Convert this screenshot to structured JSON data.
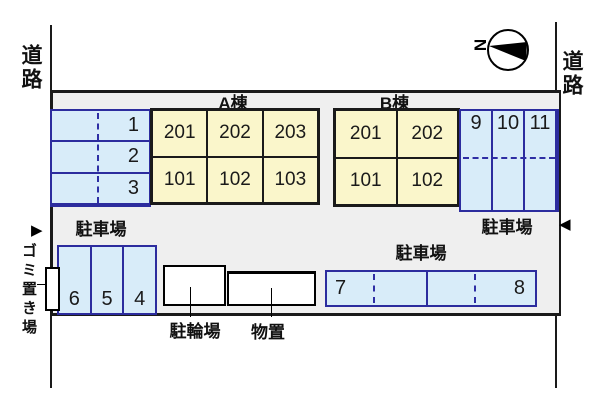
{
  "roads": {
    "left": "道路",
    "right": "道路"
  },
  "compass": {
    "north_label": "N"
  },
  "arrows": {
    "left": "▶",
    "right": "◀"
  },
  "buildings": [
    {
      "name": "A棟",
      "units": [
        [
          "201",
          "202",
          "203"
        ],
        [
          "101",
          "102",
          "103"
        ]
      ]
    },
    {
      "name": "B棟",
      "units": [
        [
          "201",
          "202"
        ],
        [
          "101",
          "102"
        ]
      ]
    }
  ],
  "parking": {
    "label_left": "駐車場",
    "label_right": "駐車場",
    "label_bottom": "駐車場",
    "left_column_spaces": [
      "1",
      "2",
      "3"
    ],
    "right_column_spaces": [
      "9",
      "10",
      "11"
    ],
    "bottom_left_spaces": [
      "6",
      "5",
      "4"
    ],
    "bottom_spaces": [
      "7",
      "8"
    ]
  },
  "facilities": {
    "garbage": "ゴミ置き場",
    "bicycle": "駐輪場",
    "storage": "物置"
  },
  "colors": {
    "site_fill": "#efefef",
    "unit_fill": "#faf6cb",
    "parking_fill": "#d8ecf9",
    "parking_border": "#2c2c9e",
    "line": "#1a1a1a"
  }
}
